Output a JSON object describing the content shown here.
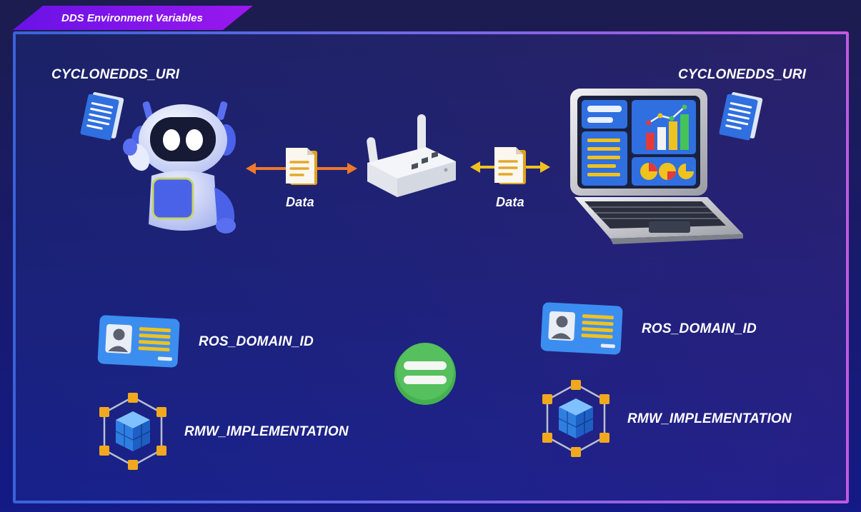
{
  "header": {
    "title": "DDS Environment Variables"
  },
  "left": {
    "uri_label": "CYCLONEDDS_URI",
    "domain_label": "ROS_DOMAIN_ID",
    "rmw_label": "RMW_IMPLEMENTATION"
  },
  "right": {
    "uri_label": "CYCLONEDDS_URI",
    "domain_label": "ROS_DOMAIN_ID",
    "rmw_label": "RMW_IMPLEMENTATION"
  },
  "links": {
    "left_data_label": "Data",
    "right_data_label": "Data"
  },
  "colors": {
    "left_arrow": "#f0782a",
    "right_arrow": "#f0c21e",
    "equal_badge": "#45b04f",
    "title_tab": "#7a15ea"
  }
}
